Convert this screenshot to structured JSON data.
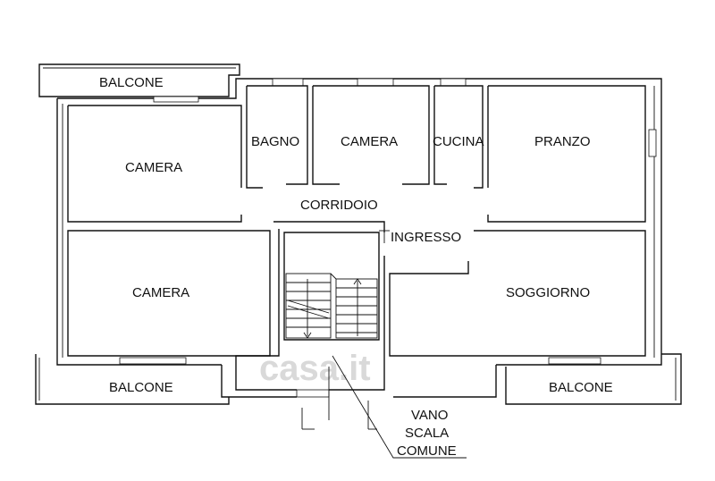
{
  "rooms": {
    "balcone_top": "BALCONE",
    "camera_left_top": "CAMERA",
    "bagno": "BAGNO",
    "camera_center": "CAMERA",
    "cucina": "CUCINA",
    "pranzo": "PRANZO",
    "corridoio": "CORRIDOIO",
    "ingresso": "INGRESSO",
    "camera_left_bottom": "CAMERA",
    "soggiorno": "SOGGIORNO",
    "balcone_bottom_left": "BALCONE",
    "balcone_bottom_right": "BALCONE"
  },
  "stair_label": [
    "VANO",
    "SCALA",
    "COMUNE"
  ],
  "watermark": "casa.it"
}
